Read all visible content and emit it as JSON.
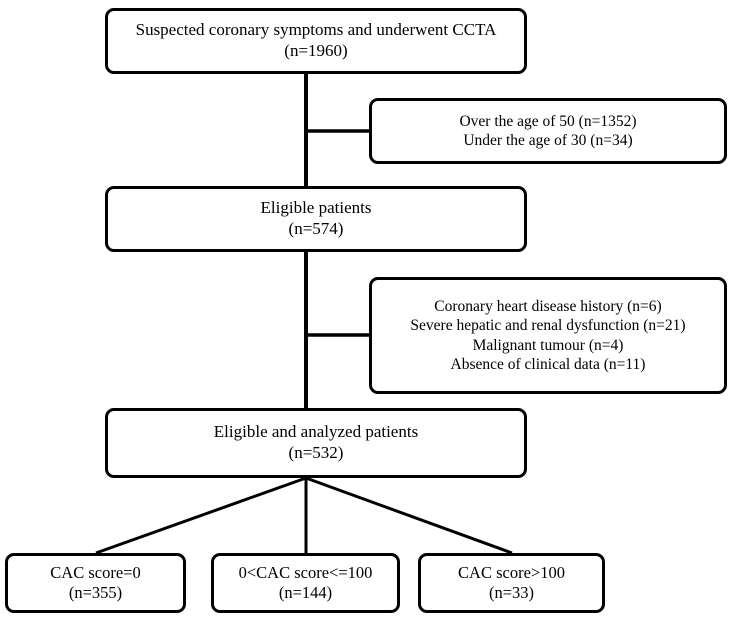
{
  "diagram": {
    "type": "patient-selection-flowchart",
    "nodes": {
      "screened": {
        "line1": "Suspected coronary symptoms and underwent CCTA",
        "line2": "(n=1960)"
      },
      "excluded_age": {
        "line1": "Over the age of 50  (n=1352)",
        "line2": "Under the age of 30  (n=34)"
      },
      "eligible": {
        "line1": "Eligible patients",
        "line2": "(n=574)"
      },
      "excluded_clinical": {
        "line1": "Coronary heart disease history  (n=6)",
        "line2": "Severe hepatic and renal dysfunction  (n=21)",
        "line3": "Malignant tumour  (n=4)",
        "line4": "Absence of clinical data  (n=11)"
      },
      "analyzed": {
        "line1": "Eligible and analyzed patients",
        "line2": "(n=532)"
      },
      "cac_zero": {
        "line1": "CAC score=0",
        "line2": "(n=355)"
      },
      "cac_low": {
        "line1": "0<CAC score<=100",
        "line2": "(n=144)"
      },
      "cac_high": {
        "line1": "CAC score>100",
        "line2": "(n=33)"
      }
    },
    "counts": {
      "screened": 1960,
      "excluded_over_50": 1352,
      "excluded_under_30": 34,
      "eligible": 574,
      "excluded_chd_history": 6,
      "excluded_hepatic_renal": 21,
      "excluded_malignant_tumour": 4,
      "excluded_absent_data": 11,
      "analyzed": 532,
      "cac_zero": 355,
      "cac_low": 144,
      "cac_high": 33
    },
    "colors": {
      "stroke": "#000000",
      "fill": "#ffffff",
      "text": "#000000"
    }
  }
}
